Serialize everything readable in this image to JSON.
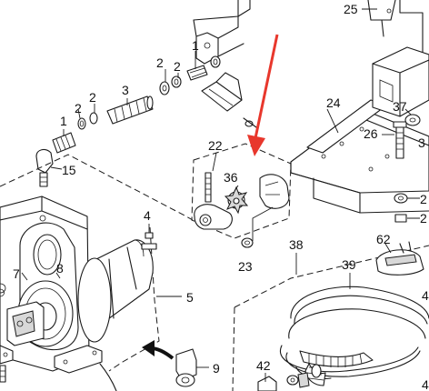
{
  "callouts": {
    "c25": "25",
    "c1_top": "1",
    "c2_a": "2",
    "c2_b": "2",
    "c3": "3",
    "c2_c": "2",
    "c2_d": "2",
    "c1_left": "1",
    "c15": "15",
    "c22": "22",
    "c36": "36",
    "c24": "24",
    "c37": "37",
    "c26": "26",
    "c3_right": "3",
    "c4": "4",
    "c23": "23",
    "c38": "38",
    "c39": "39",
    "c62": "62",
    "c2_r1": "2",
    "c2_r2": "2",
    "c4_right": "4",
    "c7": "7",
    "c8": "8",
    "c5": "5",
    "c9": "9",
    "c42": "42",
    "c4_bottom": "4"
  },
  "colors": {
    "line": "#1a1a1a",
    "highlight_arrow": "#e8372c",
    "background": "#ffffff"
  }
}
